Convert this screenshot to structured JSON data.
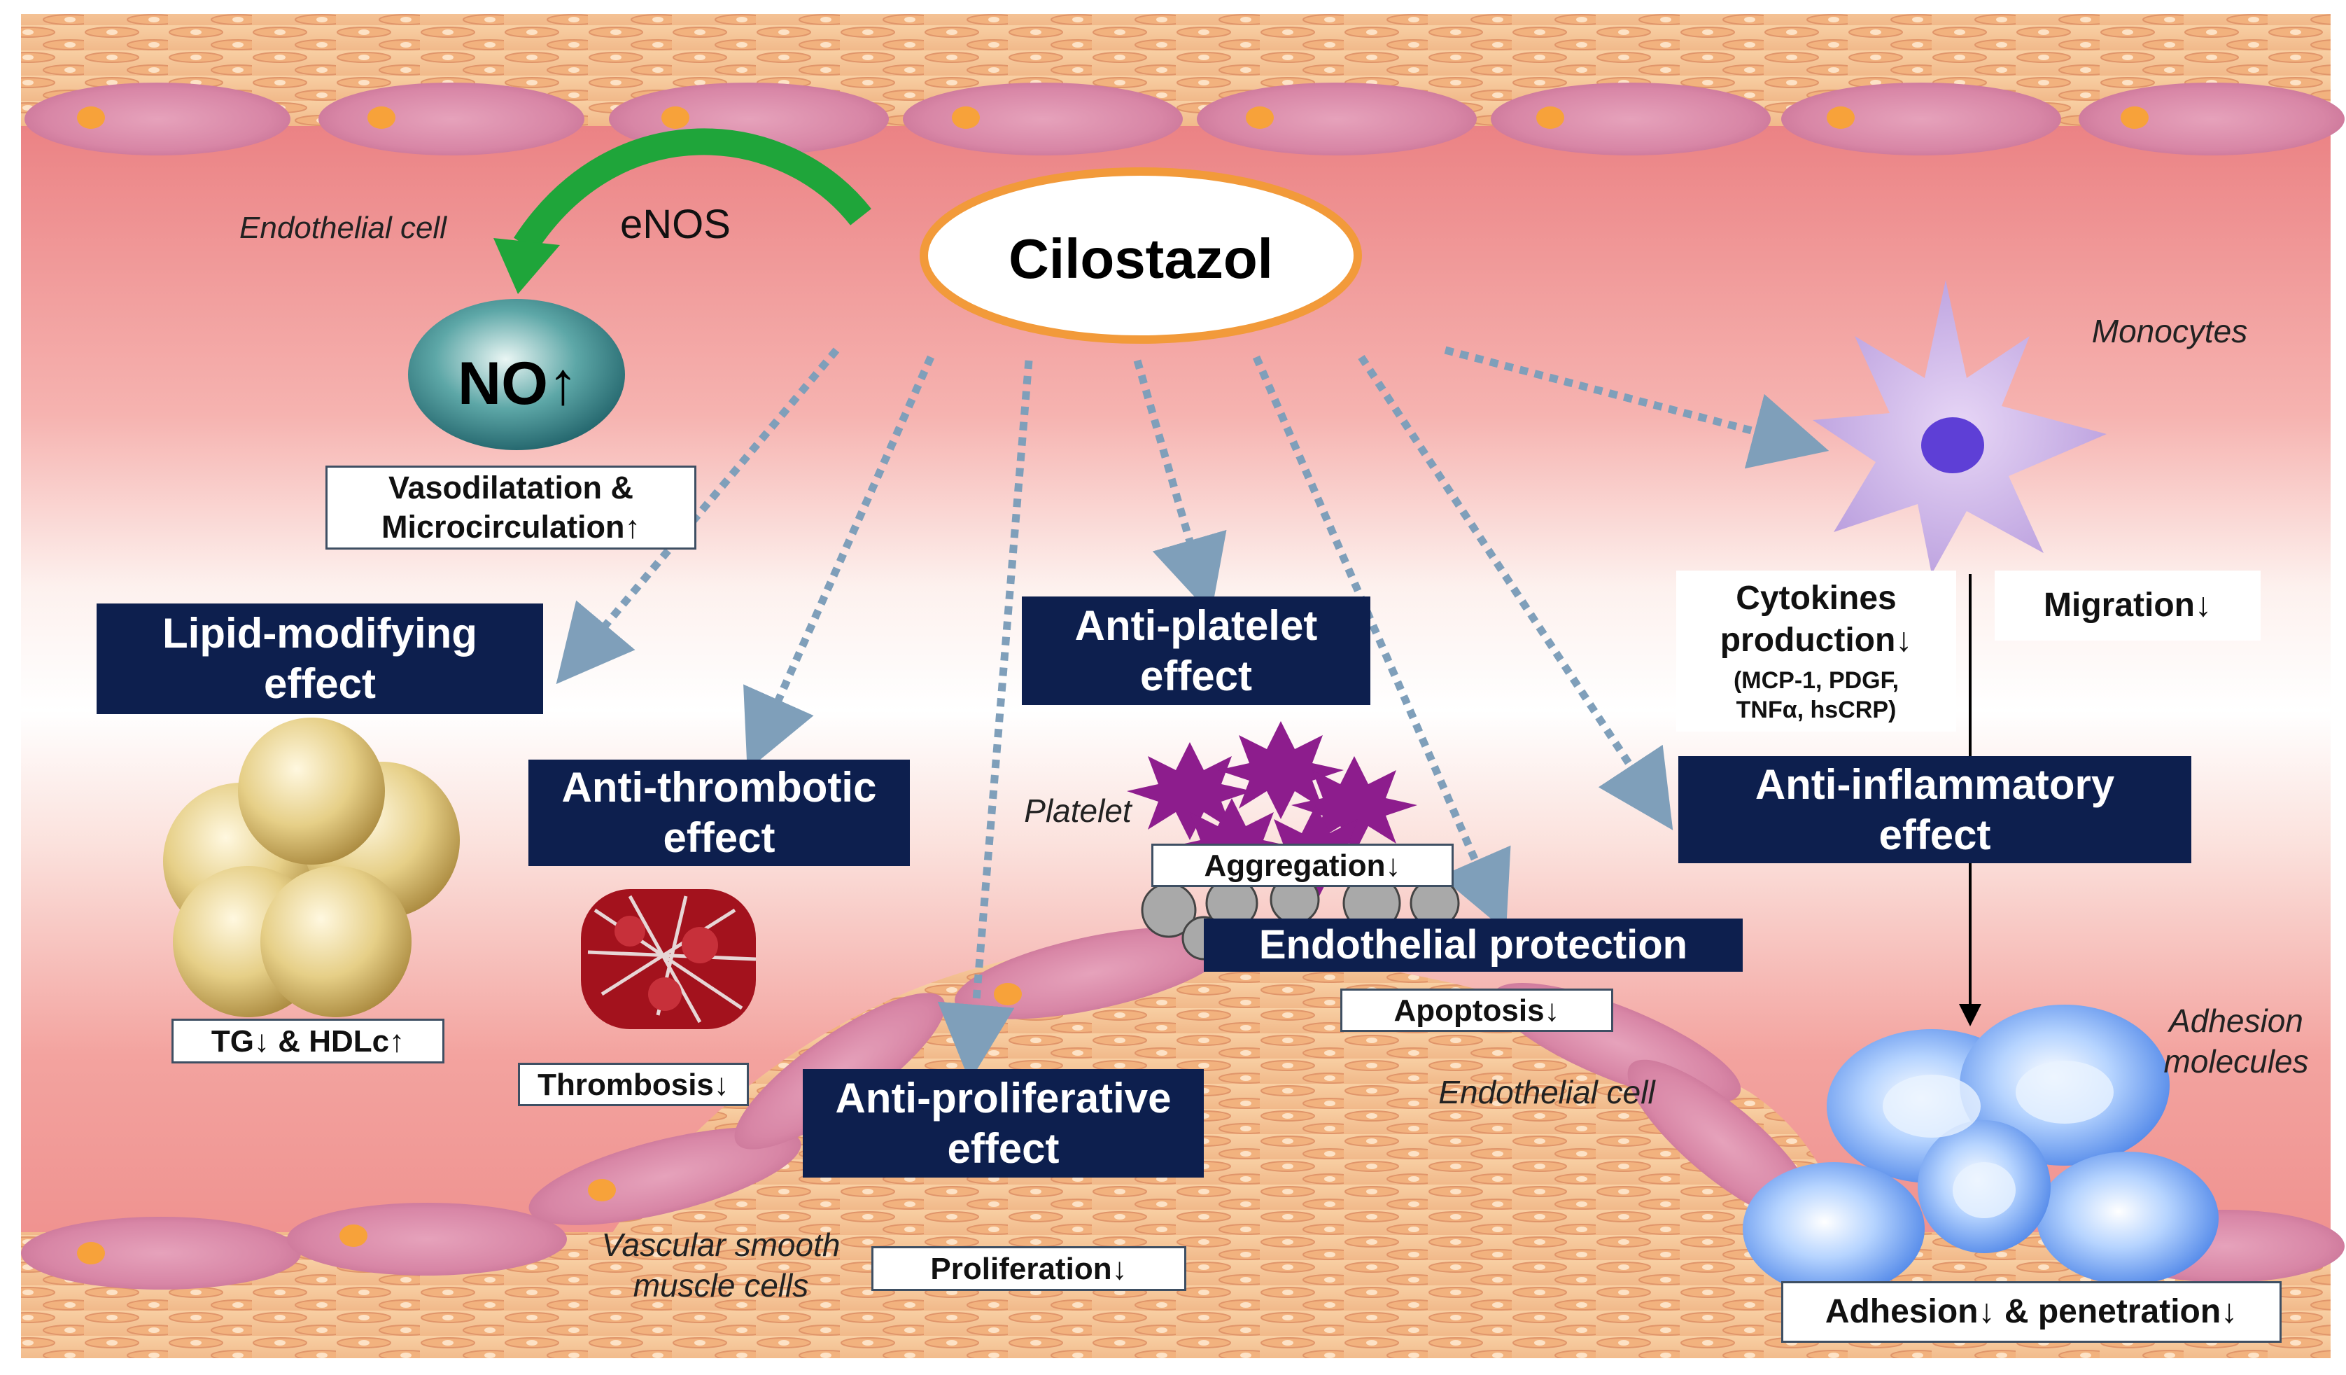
{
  "center": {
    "drug": "Cilostazol"
  },
  "top": {
    "endothelial_cell_label": "Endothelial cell",
    "enos_label": "eNOS",
    "no_label": "NO↑",
    "vasodilatation": [
      "Vasodilatation &",
      "Microcirculation↑"
    ]
  },
  "effects": {
    "lipid": {
      "title": [
        "Lipid-modifying",
        "effect"
      ],
      "outcome": "TG↓ & HDLc↑"
    },
    "thrombotic": {
      "title": [
        "Anti-thrombotic",
        "effect"
      ],
      "outcome": "Thrombosis↓"
    },
    "platelet": {
      "title": [
        "Anti-platelet",
        "effect"
      ],
      "cell_label": "Platelet",
      "outcome": "Aggregation↓"
    },
    "endothelial": {
      "title": "Endothelial protection",
      "outcome": "Apoptosis↓",
      "cell_label": "Endothelial cell"
    },
    "proliferative": {
      "title": [
        "Anti-proliferative",
        "effect"
      ],
      "outcome": "Proliferation↓",
      "cell_label": [
        "Vascular smooth",
        "muscle cells"
      ]
    },
    "inflammatory": {
      "title": [
        "Anti-inflammatory",
        "effect"
      ],
      "monocytes_label": "Monocytes",
      "cytokines": [
        "Cytokines",
        "production↓"
      ],
      "cytokine_list": [
        "(MCP-1, PDGF,",
        "TNFα, hsCRP)"
      ],
      "migration": "Migration↓",
      "adhesion_label": [
        "Adhesion",
        "molecules"
      ],
      "outcome": "Adhesion↓ & penetration↓"
    }
  },
  "colors": {
    "navy": "#0d1f4e",
    "arrow_dotted": "#7f9fba",
    "enos_arrow": "#1fa53a",
    "vessel_lumen": "#f08a8a",
    "muscle": "#f7c99a"
  }
}
